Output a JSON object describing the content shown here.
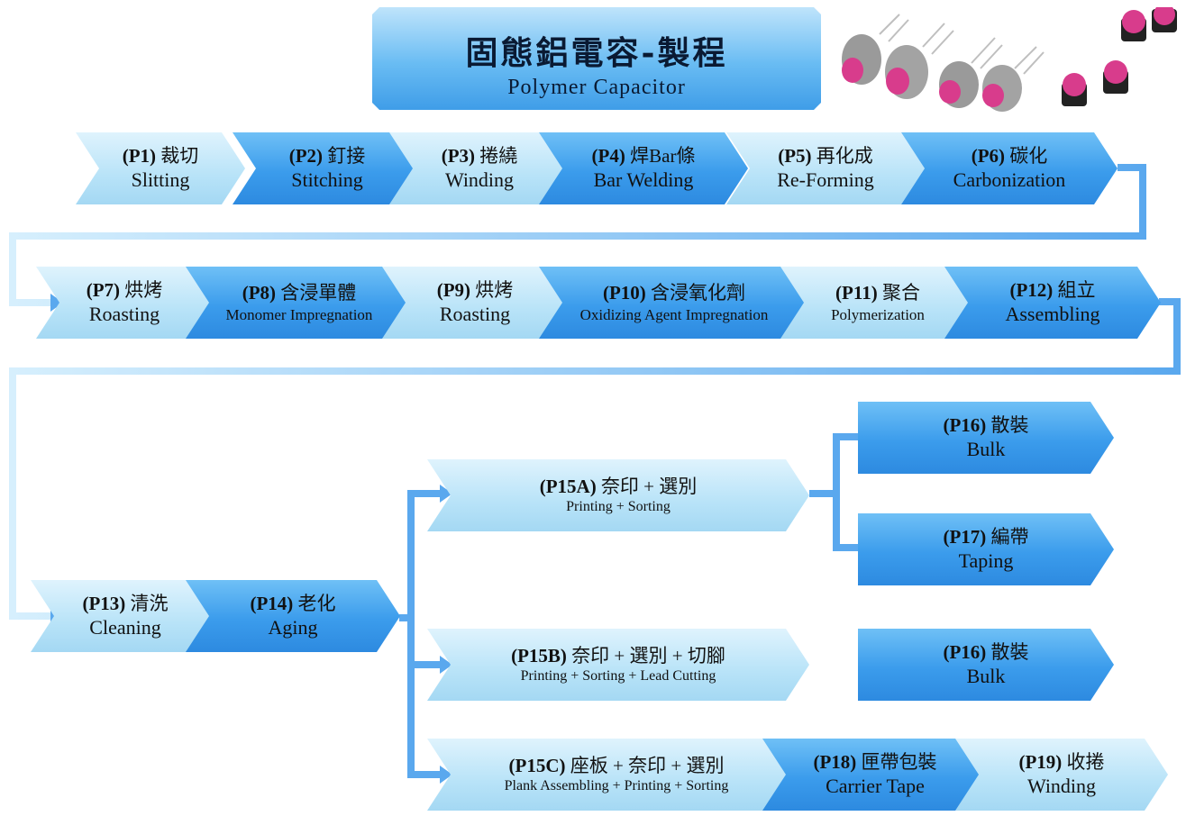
{
  "title": {
    "zh": "固態鋁電容-製程",
    "en": "Polymer  Capacitor"
  },
  "steps": {
    "p1": {
      "code": "(P1)",
      "zh": "裁切",
      "en": "Slitting"
    },
    "p2": {
      "code": "(P2)",
      "zh": "釘接",
      "en": "Stitching"
    },
    "p3": {
      "code": "(P3)",
      "zh": "捲繞",
      "en": "Winding"
    },
    "p4": {
      "code": "(P4)",
      "zh": "焊Bar條",
      "en": "Bar Welding"
    },
    "p5": {
      "code": "(P5)",
      "zh": "再化成",
      "en": "Re-Forming"
    },
    "p6": {
      "code": "(P6)",
      "zh": "碳化",
      "en": "Carbonization"
    },
    "p7": {
      "code": "(P7)",
      "zh": "烘烤",
      "en": "Roasting"
    },
    "p8": {
      "code": "(P8)",
      "zh": "含浸單體",
      "en": "Monomer Impregnation"
    },
    "p9": {
      "code": "(P9)",
      "zh": "烘烤",
      "en": "Roasting"
    },
    "p10": {
      "code": "(P10)",
      "zh": "含浸氧化劑",
      "en": "Oxidizing Agent Impregnation"
    },
    "p11": {
      "code": "(P11)",
      "zh": "聚合",
      "en": "Polymerization"
    },
    "p12": {
      "code": "(P12)",
      "zh": "組立",
      "en": "Assembling"
    },
    "p13": {
      "code": "(P13)",
      "zh": "清洗",
      "en": "Cleaning"
    },
    "p14": {
      "code": "(P14)",
      "zh": "老化",
      "en": "Aging"
    },
    "p15a": {
      "code": "(P15A)",
      "zh": "奈印 + 選別",
      "en": "Printing + Sorting"
    },
    "p16a": {
      "code": "(P16)",
      "zh": "散裝",
      "en": "Bulk"
    },
    "p17": {
      "code": "(P17)",
      "zh": "編帶",
      "en": "Taping"
    },
    "p15b": {
      "code": "(P15B)",
      "zh": "奈印 + 選別 + 切腳",
      "en": "Printing + Sorting + Lead Cutting"
    },
    "p16b": {
      "code": "(P16)",
      "zh": "散裝",
      "en": "Bulk"
    },
    "p15c": {
      "code": "(P15C)",
      "zh": "座板 + 奈印 + 選別",
      "en": "Plank Assembling + Printing + Sorting"
    },
    "p18": {
      "code": "(P18)",
      "zh": "匣帶包裝",
      "en": "Carrier  Tape"
    },
    "p19": {
      "code": "(P19)",
      "zh": "收捲",
      "en": "Winding"
    }
  },
  "colors": {
    "light": "#b8e3f8",
    "dark": "#3b9cec",
    "connector": "#5aa8ee",
    "title_text": "#0a1a33"
  }
}
